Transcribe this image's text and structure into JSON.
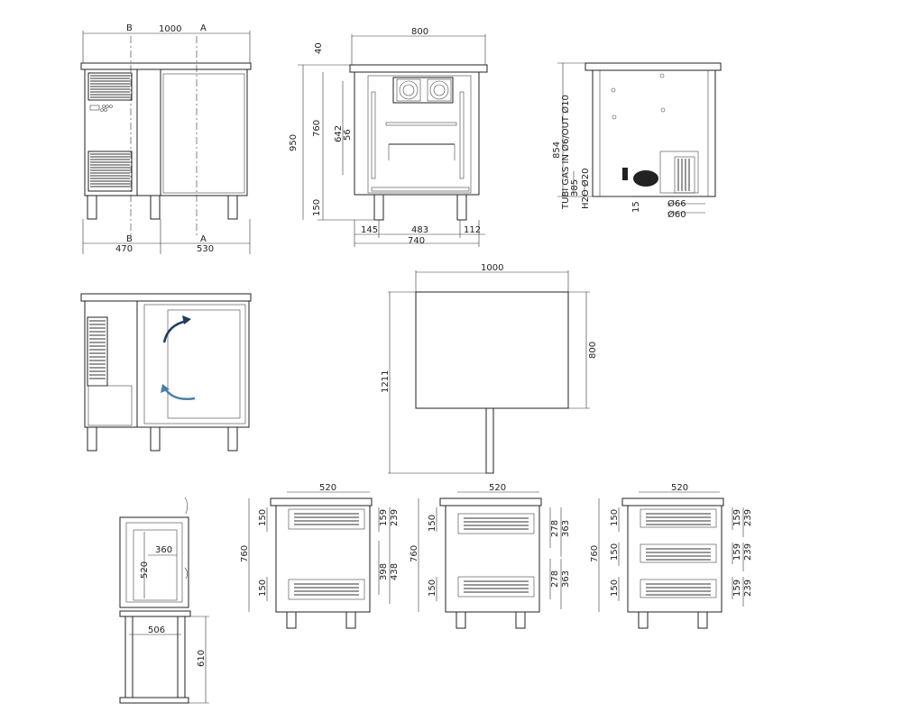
{
  "front_view": {
    "width": "1000",
    "section_a_top": "A",
    "section_b_top": "B",
    "section_a_bottom": "A",
    "section_b_bottom": "B",
    "left_width": "470",
    "right_width": "530"
  },
  "side_view": {
    "depth": "800",
    "top_thickness": "40",
    "total_height": "950",
    "body_height": "760",
    "inner_height": "642",
    "shelf_pitch": "56",
    "leg_height": "150",
    "offset_left": "145",
    "inner_width": "483",
    "offset_right": "112",
    "bottom_width": "740"
  },
  "back_view": {
    "height": "854",
    "gas_label": "TUBI GAS IN Ø6/OUT Ø10",
    "water_label": "H2O Ø20",
    "drain_height": "385",
    "bottom_offset": "15",
    "dia_66": "Ø66",
    "dia_60": "Ø60"
  },
  "plan_view": {
    "width": "1000",
    "depth": "800",
    "door_swing": "1211"
  },
  "tray_view": {
    "width": "360",
    "depth": "520",
    "base_width": "506",
    "base_height": "610"
  },
  "section_views": [
    {
      "top_width": "520",
      "height": "760",
      "left_top": "150",
      "left_bottom": "150",
      "right_a": "159",
      "right_b": "239",
      "right_c": "398",
      "right_d": "438"
    },
    {
      "top_width": "520",
      "height": "760",
      "left_top": "150",
      "left_bottom": "150",
      "right_a": "278",
      "right_b": "363",
      "right_c": "278",
      "right_d": "363"
    },
    {
      "top_width": "520",
      "height": "760",
      "left_top": "150",
      "left_mid": "150",
      "left_bottom": "150",
      "r1a": "159",
      "r1b": "239",
      "r2a": "159",
      "r2b": "239",
      "r3a": "159",
      "r3b": "239"
    }
  ]
}
